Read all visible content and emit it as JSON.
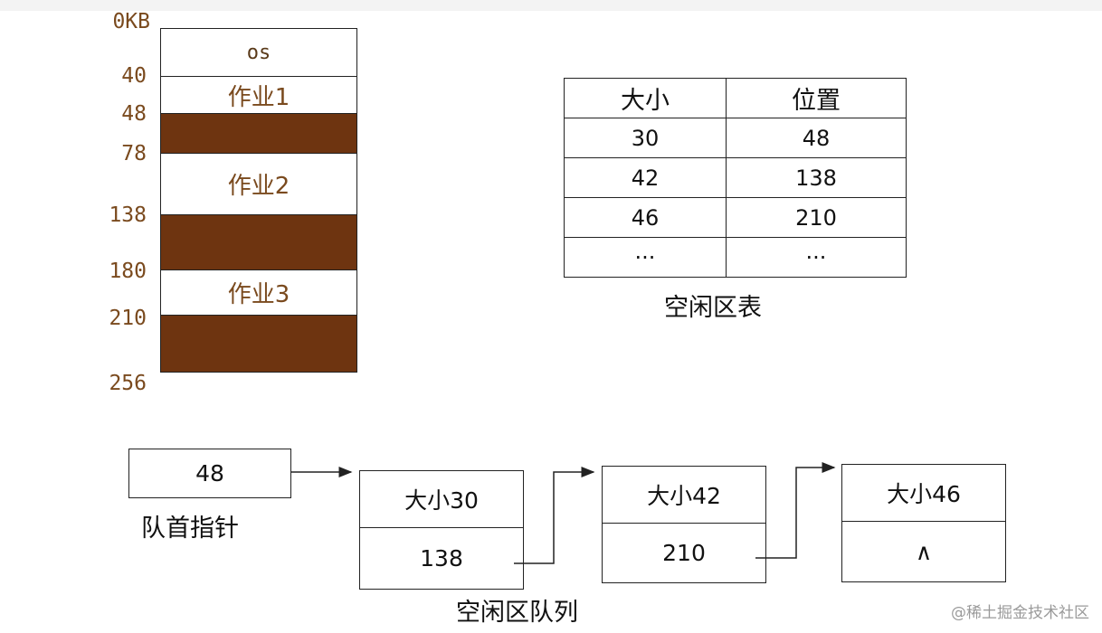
{
  "memory": {
    "addresses": [
      "0KB",
      "40",
      "48",
      "78",
      "138",
      "180",
      "210",
      "256"
    ],
    "blocks": [
      {
        "label": "os",
        "kind": "used"
      },
      {
        "label": "作业1",
        "kind": "used"
      },
      {
        "label": "",
        "kind": "free"
      },
      {
        "label": "作业2",
        "kind": "used"
      },
      {
        "label": "",
        "kind": "free"
      },
      {
        "label": "作业3",
        "kind": "used"
      },
      {
        "label": "",
        "kind": "free"
      }
    ],
    "free_color": "#6e3410",
    "label_color": "#7a4a1e"
  },
  "free_table": {
    "headers": [
      "大小",
      "位置"
    ],
    "rows": [
      [
        "30",
        "48"
      ],
      [
        "42",
        "138"
      ],
      [
        "46",
        "210"
      ],
      [
        "···",
        "···"
      ]
    ],
    "caption": "空闲区表"
  },
  "queue": {
    "head_value": "48",
    "head_caption": "队首指针",
    "nodes": [
      {
        "size": "大小30",
        "next": "138"
      },
      {
        "size": "大小42",
        "next": "210"
      },
      {
        "size": "大小46",
        "next": "∧"
      }
    ],
    "caption": "空闲区队列"
  },
  "watermark": "@稀土掘金技术社区"
}
